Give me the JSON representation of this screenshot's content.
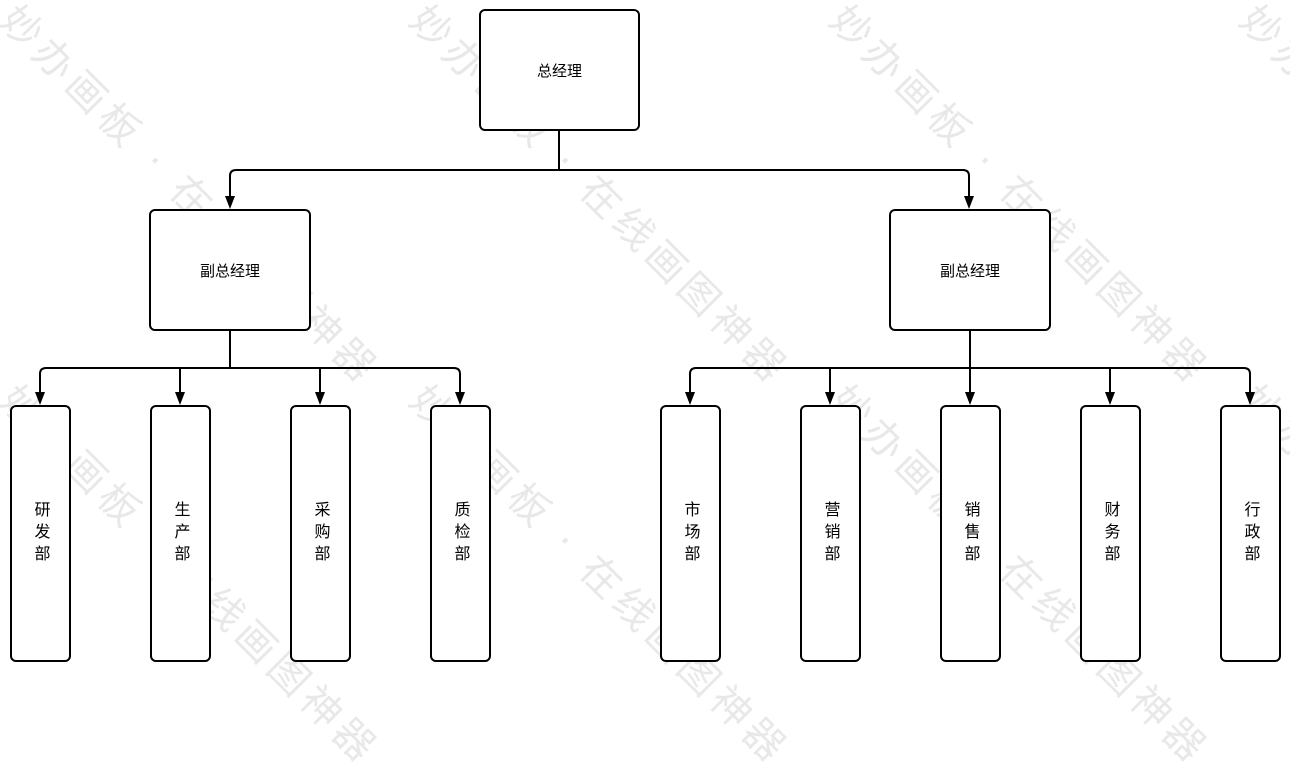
{
  "watermark": "妙办画板 · 在线画图神器",
  "ceo": {
    "label": "总经理"
  },
  "vps": [
    {
      "label": "副总经理"
    },
    {
      "label": "副总经理"
    }
  ],
  "left_departments": [
    {
      "label": "研发部"
    },
    {
      "label": "生产部"
    },
    {
      "label": "采购部"
    },
    {
      "label": "质检部"
    }
  ],
  "right_departments": [
    {
      "label": "市场部"
    },
    {
      "label": "营销部"
    },
    {
      "label": "销售部"
    },
    {
      "label": "财务部"
    },
    {
      "label": "行政部"
    }
  ]
}
